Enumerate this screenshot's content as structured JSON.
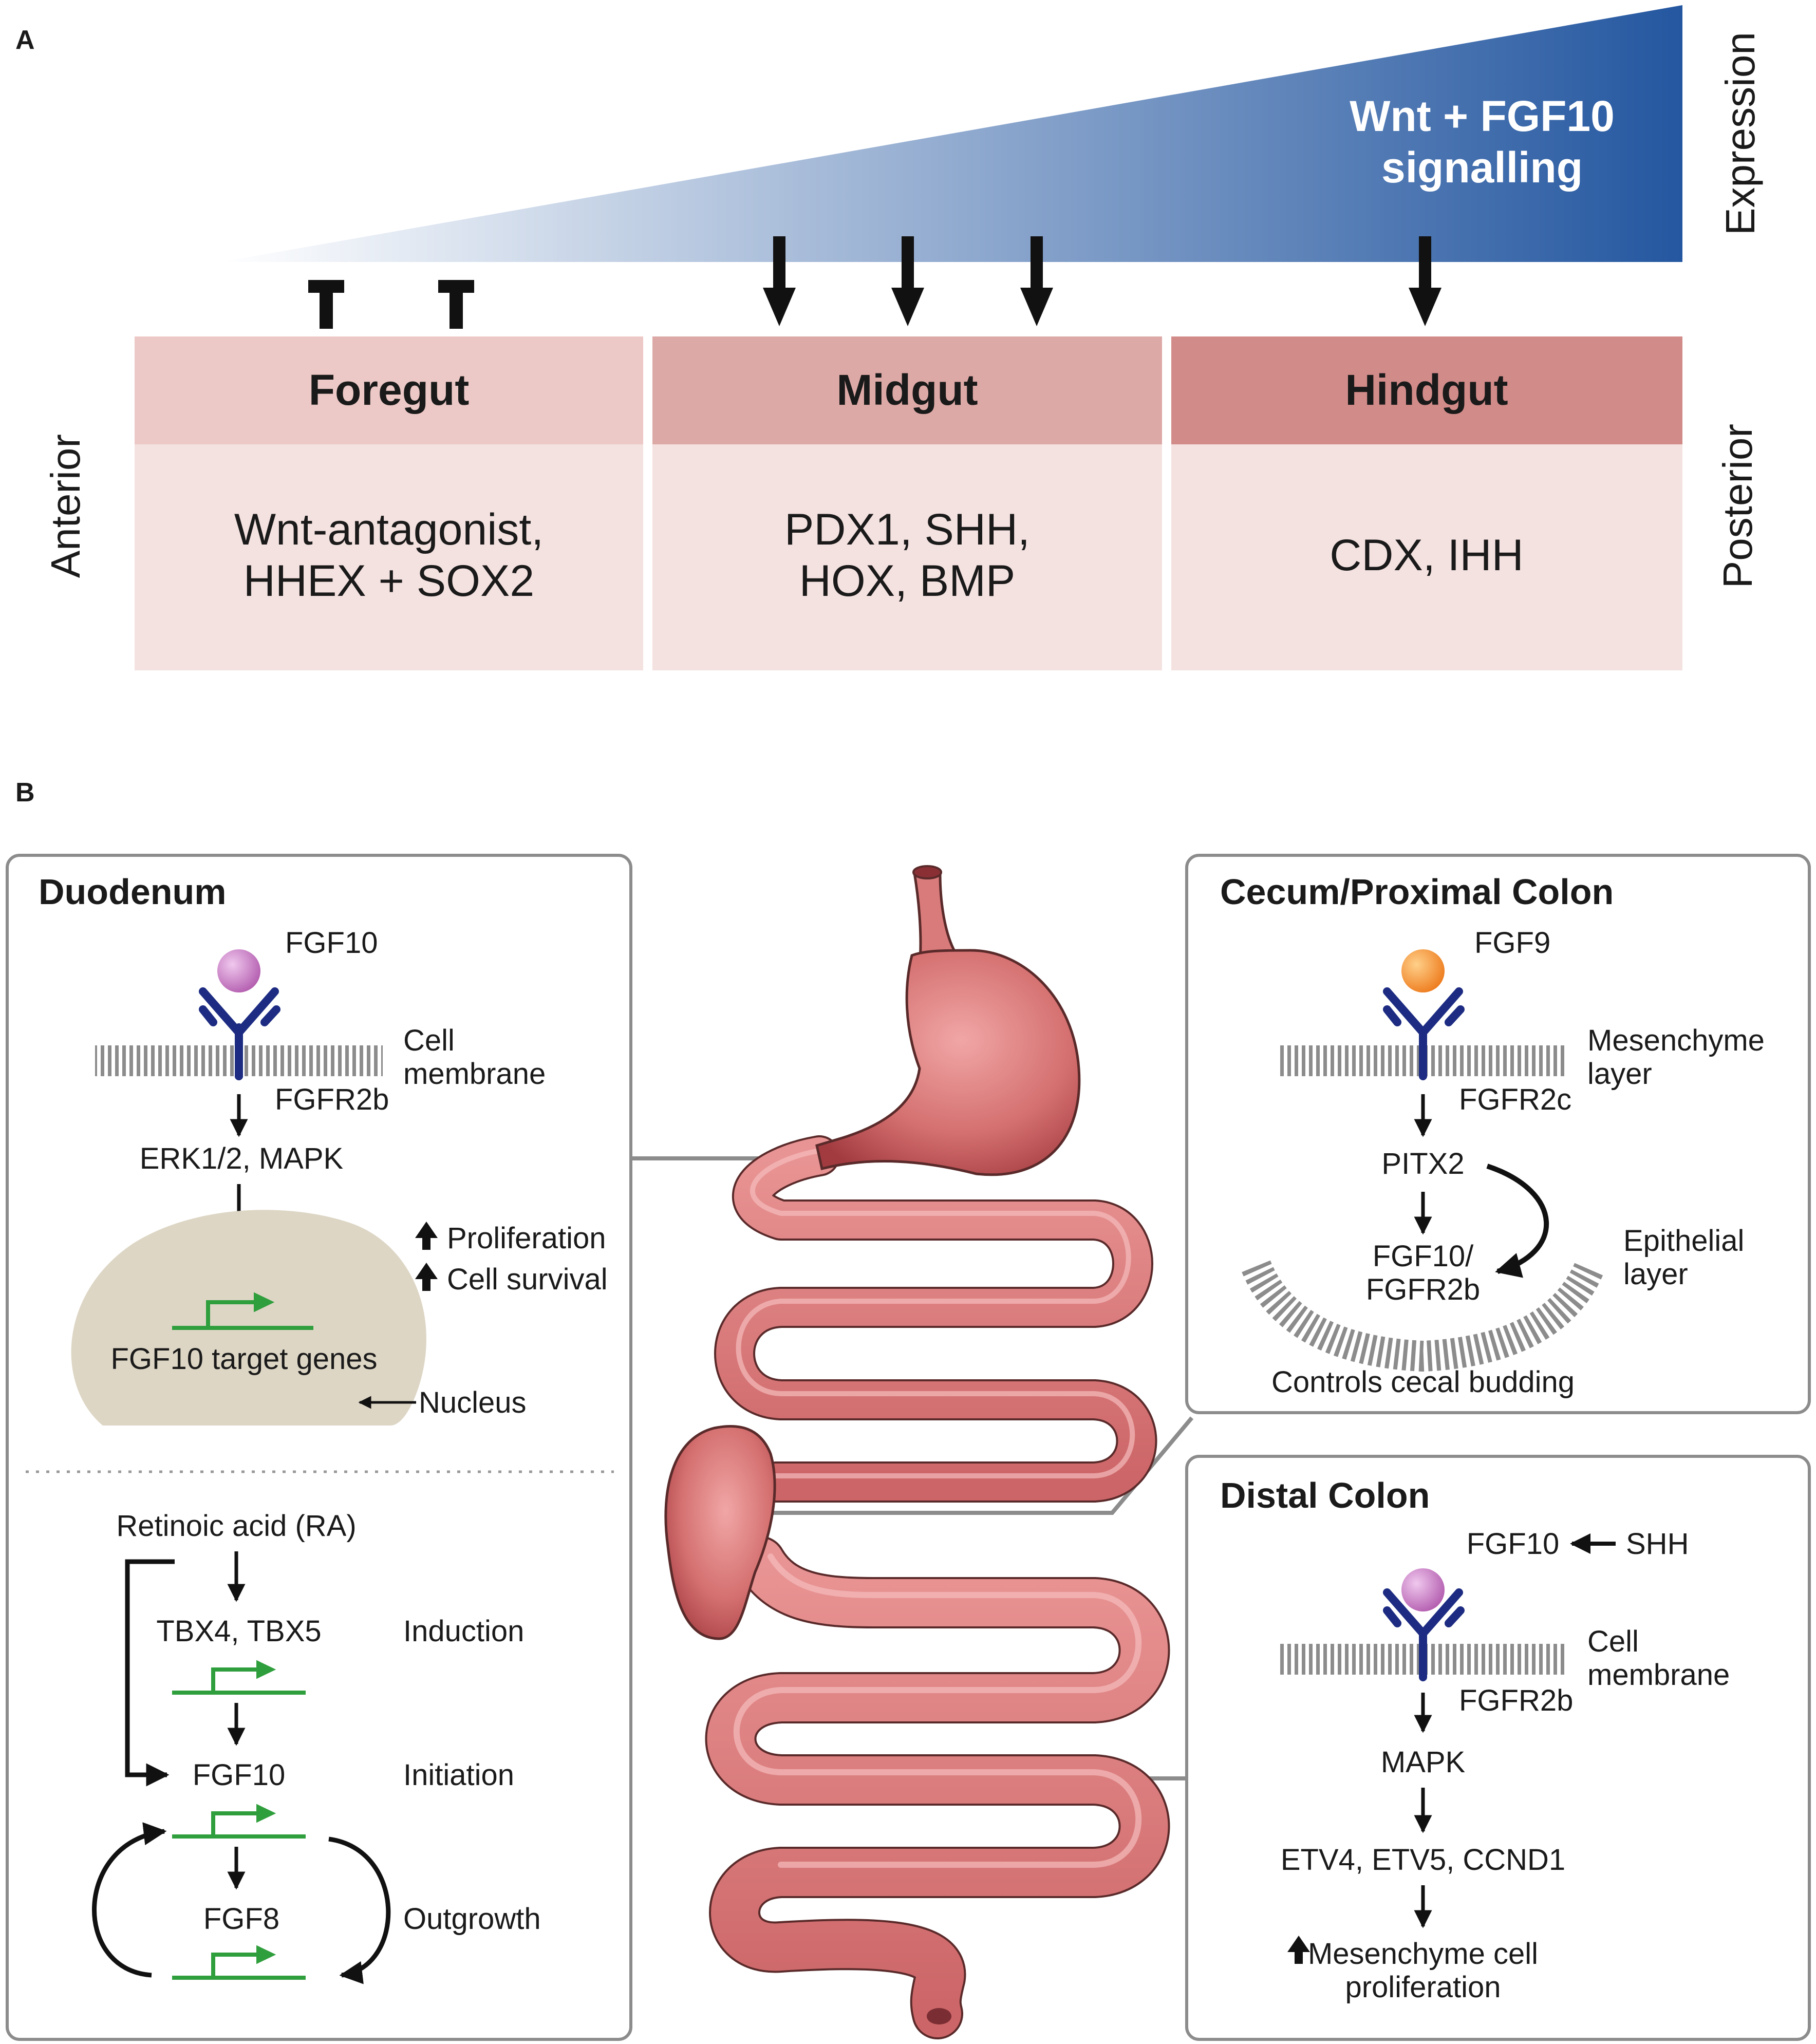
{
  "panel_a": {
    "label": "A",
    "gradient_text": [
      "Wnt + FGF10",
      "signalling"
    ],
    "expression_label": "Expression",
    "anterior_label": "Anterior",
    "posterior_label": "Posterior",
    "colors": {
      "gradient_start": "#ffffff",
      "gradient_end": "#2457a0",
      "foregut_header": "#ecc8c6",
      "midgut_header": "#dda9a6",
      "hindgut_header": "#d18b89",
      "body": "#f4e2e0"
    },
    "regions": [
      {
        "name": "Foregut",
        "markers": [
          "Wnt-antagonist,",
          "HHEX + SOX2"
        ],
        "regulation": "inhibited"
      },
      {
        "name": "Midgut",
        "markers": [
          "PDX1, SHH,",
          "HOX, BMP"
        ],
        "regulation": "activated"
      },
      {
        "name": "Hindgut",
        "markers": [
          "CDX, IHH"
        ],
        "regulation": "activated"
      }
    ]
  },
  "panel_b": {
    "label": "B",
    "duodenum": {
      "title": "Duodenum",
      "ligand": "FGF10",
      "membrane": [
        "Cell",
        "membrane"
      ],
      "receptor": "FGFR2b",
      "pathway": "ERK1/2, MAPK",
      "effects": [
        "Proliferation",
        "Cell survival"
      ],
      "target": "FGF10 target genes",
      "nucleus": "Nucleus",
      "ra": "Retinoic acid (RA)",
      "tbx": "TBX4, TBX5",
      "fgf10": "FGF10",
      "fgf8": "FGF8",
      "stages": [
        "Induction",
        "Initiation",
        "Outgrowth"
      ]
    },
    "cecum": {
      "title": "Cecum/Proximal Colon",
      "ligand": "FGF9",
      "membrane": [
        "Mesenchyme",
        "layer"
      ],
      "receptor": "FGFR2c",
      "pitx2": "PITX2",
      "fgf": [
        "FGF10/",
        "FGFR2b"
      ],
      "epithelial": [
        "Epithelial",
        "layer"
      ],
      "outcome": "Controls cecal budding"
    },
    "distal": {
      "title": "Distal Colon",
      "ligand": "FGF10",
      "activator": "SHH",
      "membrane": [
        "Cell",
        "membrane"
      ],
      "receptor": "FGFR2b",
      "pathway": "MAPK",
      "targets": "ETV4, ETV5, CCND1",
      "effect": [
        "Mesenchyme cell",
        "proliferation"
      ]
    },
    "colors": {
      "fgf10_ball": "#b45fb0",
      "fgf9_ball": "#ee7d1f",
      "receptor": "#1d2c82",
      "gene": "#2f9e3c",
      "membrane": "#8c8c8c",
      "nucleus": "#ddd6c5",
      "gut": "#d46f6f"
    }
  }
}
